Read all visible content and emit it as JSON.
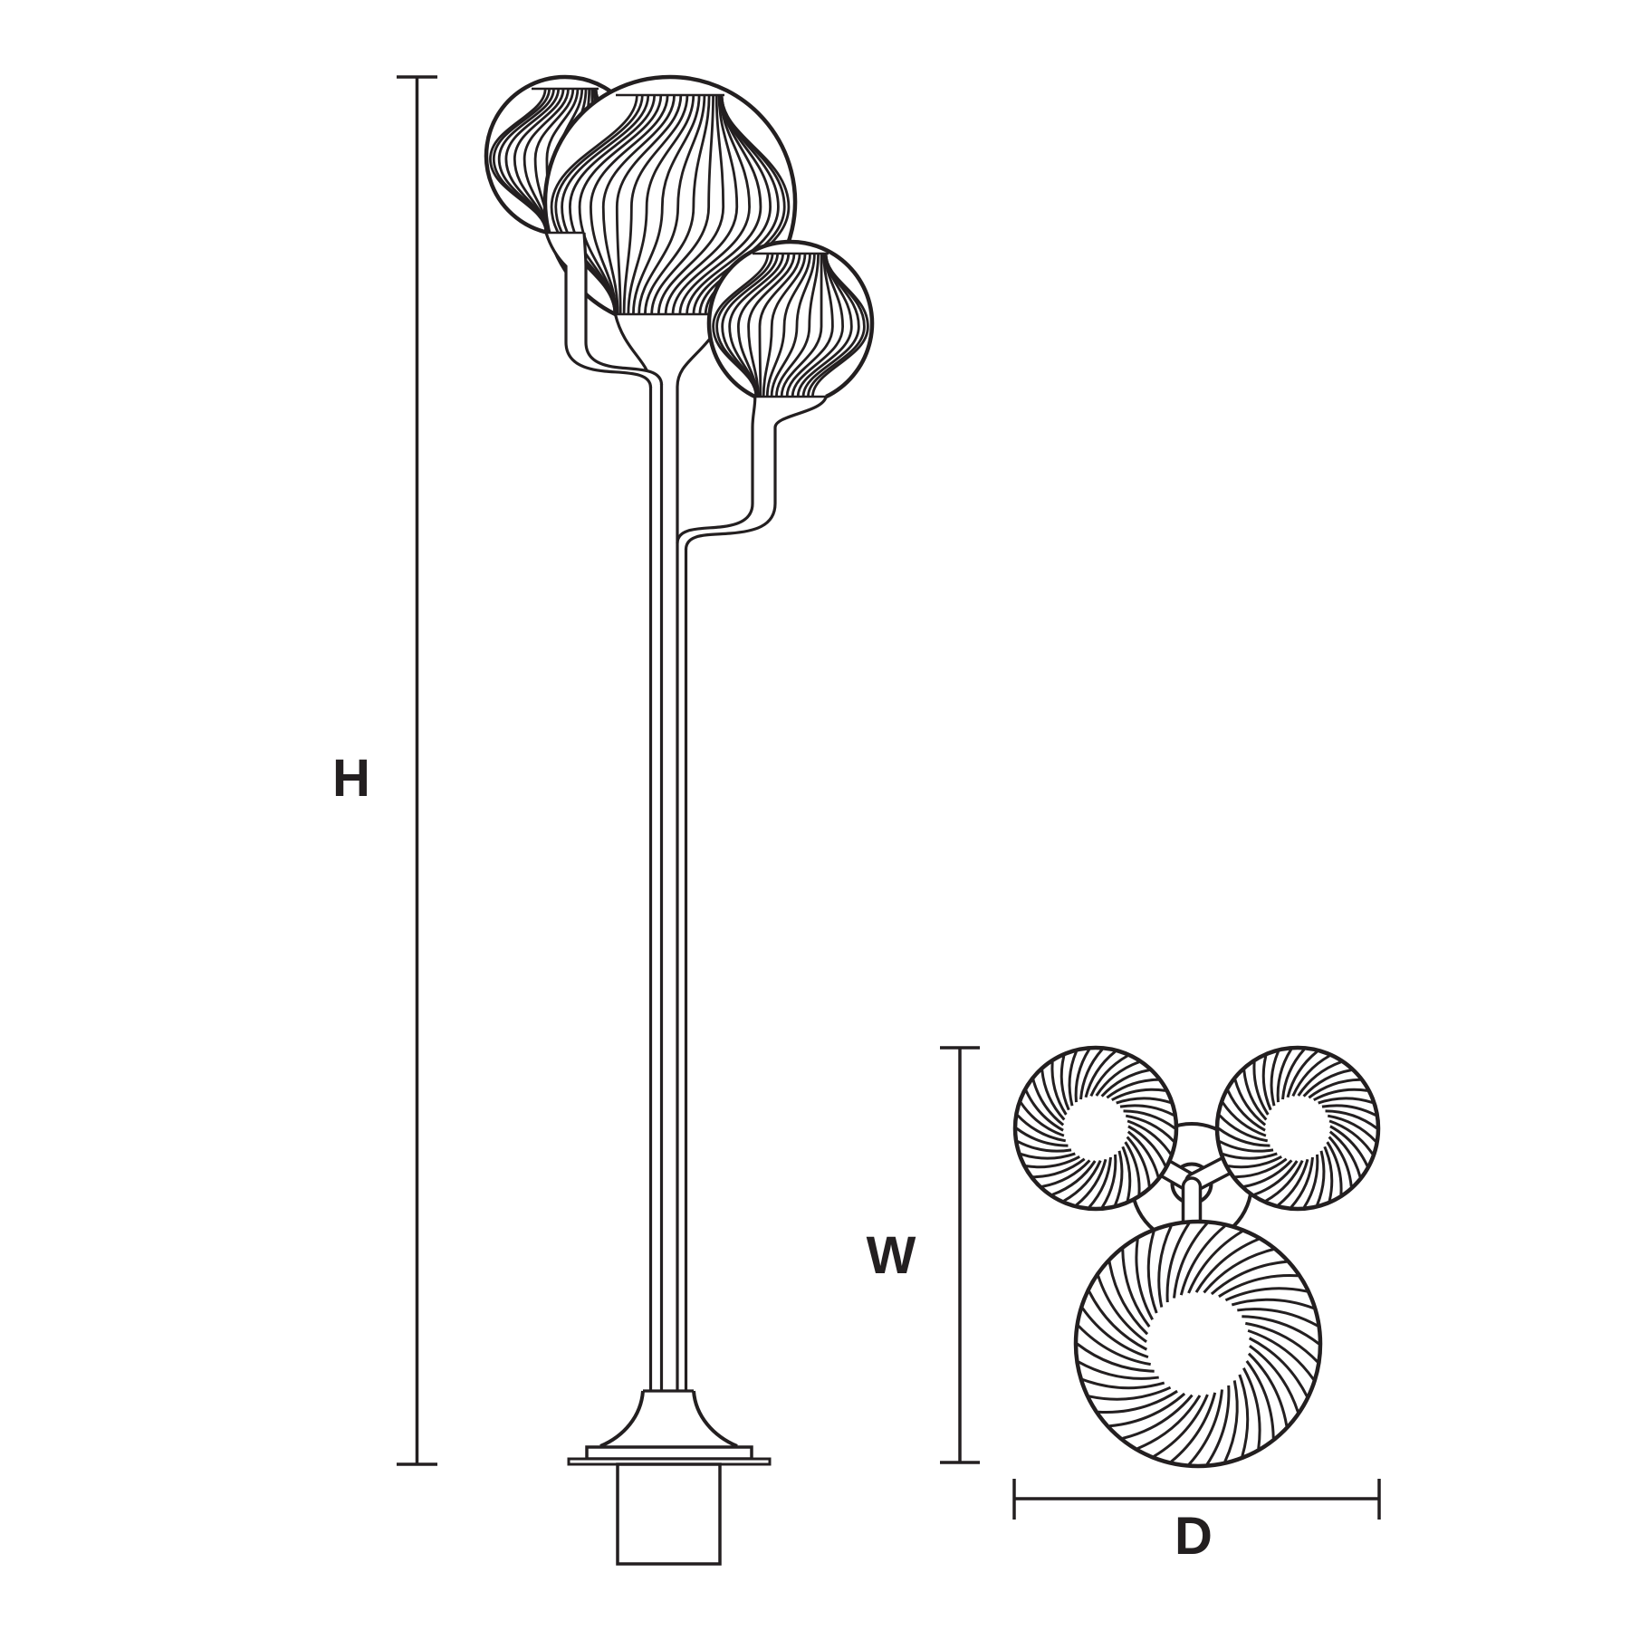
{
  "drawing": {
    "background": "#ffffff",
    "ink": "#231f20",
    "labels": {
      "height": "H",
      "width": "W",
      "depth": "D"
    }
  }
}
